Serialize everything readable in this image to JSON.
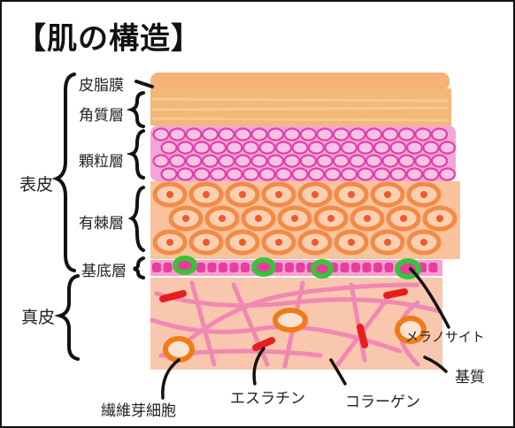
{
  "title": "【肌の構造】",
  "labels": {
    "sebum_film": "皮脂膜",
    "stratum_corneum": "角質層",
    "stratum_granulosum": "顆粒層",
    "stratum_spinosum": "有棘層",
    "stratum_basale": "基底層",
    "epidermis": "表皮",
    "dermis": "真皮",
    "melanocyte": "メラノサイト",
    "ground_substance": "基質",
    "fibroblast": "繊維芽細胞",
    "elastin": "エスラチン",
    "collagen": "コラーゲン"
  },
  "colors": {
    "sebum": "#f7b27a",
    "corneum": "#f3b776",
    "granulosum_fill": "#f2a6d7",
    "granulosum_cell": "#e23fa7",
    "spinosum_fill": "#f9c39c",
    "spinosum_cell": "#f38a46",
    "nucleus": "#ee5a2a",
    "basale": "#e83c9e",
    "melanocyte": "#3bc23b",
    "dermis": "#f9c7ae",
    "collagen_fiber": "#f07eb3",
    "elastin_fiber": "#e81e1e",
    "fibroblast": "#f07b18"
  }
}
